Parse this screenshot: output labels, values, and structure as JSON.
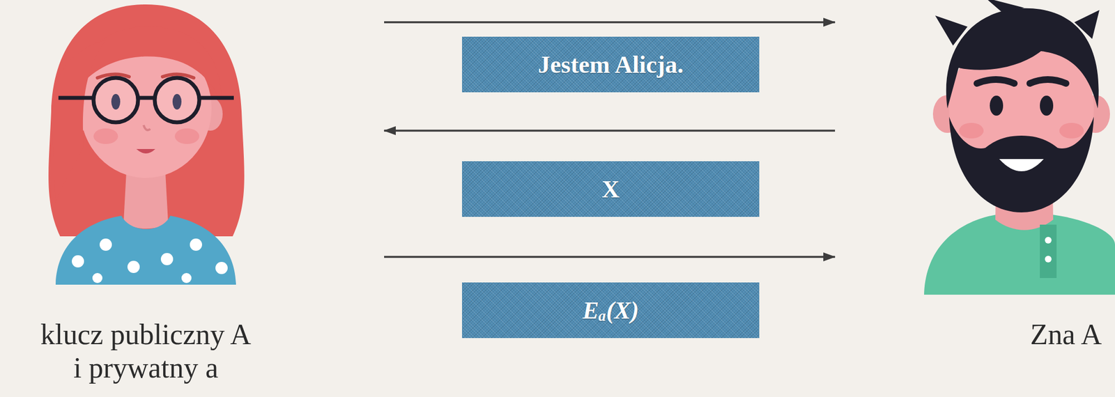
{
  "diagram": {
    "nodes": [
      {
        "text": [
          "klucz publiczny A i prywatny a"
        ]
      },
      {
        "text": [
          "Zna A"
        ]
      }
    ],
    "edges": [
      {
        "from": 0,
        "to": 1,
        "label": "Jestem Alicja.",
        "arrow": "to"
      },
      {
        "from": 1,
        "to": 0,
        "label": "X",
        "arrow": "to"
      },
      {
        "from": 0,
        "to": 1,
        "label": "Eₐ(X)",
        "arrow": "to"
      }
    ]
  }
}
